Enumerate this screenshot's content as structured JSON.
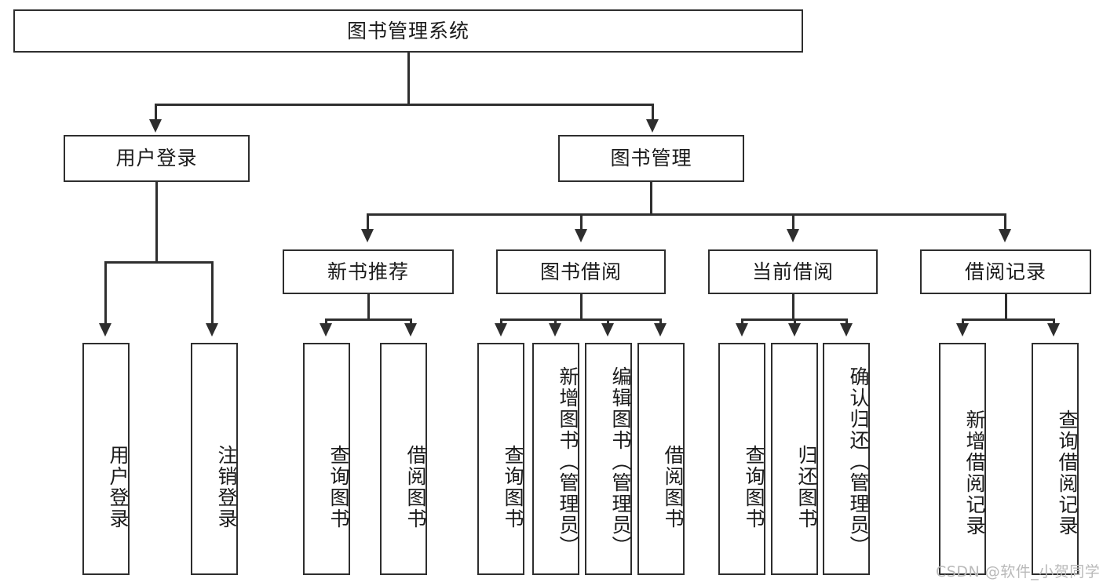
{
  "diagram": {
    "type": "tree-hierarchy-diagram",
    "title": "图书管理系统",
    "root": {
      "label": "图书管理系统",
      "orientation": "horizontal"
    },
    "level2": [
      {
        "label": "用户登录",
        "orientation": "horizontal"
      },
      {
        "label": "图书管理",
        "orientation": "horizontal"
      }
    ],
    "level3": [
      {
        "label": "新书推荐",
        "orientation": "horizontal"
      },
      {
        "label": "图书借阅",
        "orientation": "horizontal"
      },
      {
        "label": "当前借阅",
        "orientation": "horizontal"
      },
      {
        "label": "借阅记录",
        "orientation": "horizontal"
      }
    ],
    "leaves": {
      "user_login": [
        {
          "label": "用户登录"
        },
        {
          "label": "注销登录"
        }
      ],
      "new_book_recommend": [
        {
          "label": "查询图书"
        },
        {
          "label": "借阅图书"
        }
      ],
      "book_borrow": [
        {
          "label": "查询图书"
        },
        {
          "label": "新增图书（管理员）"
        },
        {
          "label": "编辑图书（管理员）"
        },
        {
          "label": "借阅图书"
        }
      ],
      "current_borrow": [
        {
          "label": "查询图书"
        },
        {
          "label": "归还图书"
        },
        {
          "label": "确认归还（管理员）"
        }
      ],
      "borrow_record": [
        {
          "label": "新增借阅记录"
        },
        {
          "label": "查询借阅记录"
        }
      ]
    }
  },
  "watermark": {
    "text": "CSDN @软件_小贺同学"
  },
  "colors": {
    "stroke": "#2e2e2e",
    "background": "#ffffff",
    "text": "#1b1b1b",
    "watermark": "#b9b9b9"
  }
}
